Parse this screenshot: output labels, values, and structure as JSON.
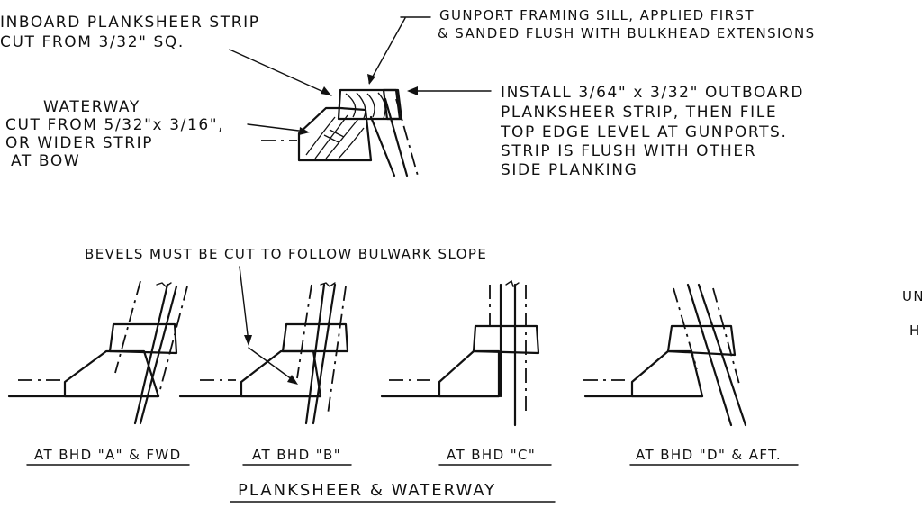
{
  "detail_top": {
    "inboard_planksheer": [
      "INBOARD PLANKSHEER STRIP",
      "CUT FROM 3/32\" SQ."
    ],
    "waterway": [
      "WATERWAY",
      "CUT FROM 5/32\"x 3/16\",",
      "OR WIDER STRIP",
      "AT BOW"
    ],
    "gunport_sill": [
      "GUNPORT FRAMING SILL, APPLIED FIRST",
      "& SANDED FLUSH WITH BULKHEAD EXTENSIONS"
    ],
    "outboard_instructions": [
      "INSTALL 3/64\" x 3/32\" OUTBOARD",
      "PLANKSHEER STRIP, THEN FILE",
      "TOP EDGE LEVEL AT GUNPORTS.",
      "STRIP IS FLUSH WITH OTHER",
      "SIDE PLANKING"
    ]
  },
  "bevel_note": "BEVELS MUST BE CUT TO FOLLOW BULWARK SLOPE",
  "sections": [
    {
      "label": "AT BHD \"A\" & FWD"
    },
    {
      "label": "AT BHD \"B\""
    },
    {
      "label": "AT BHD \"C\""
    },
    {
      "label": "AT BHD \"D\" & AFT."
    }
  ],
  "right_edge_fragments": [
    "UN",
    "HI"
  ],
  "title": "PLANKSHEER & WATERWAY"
}
